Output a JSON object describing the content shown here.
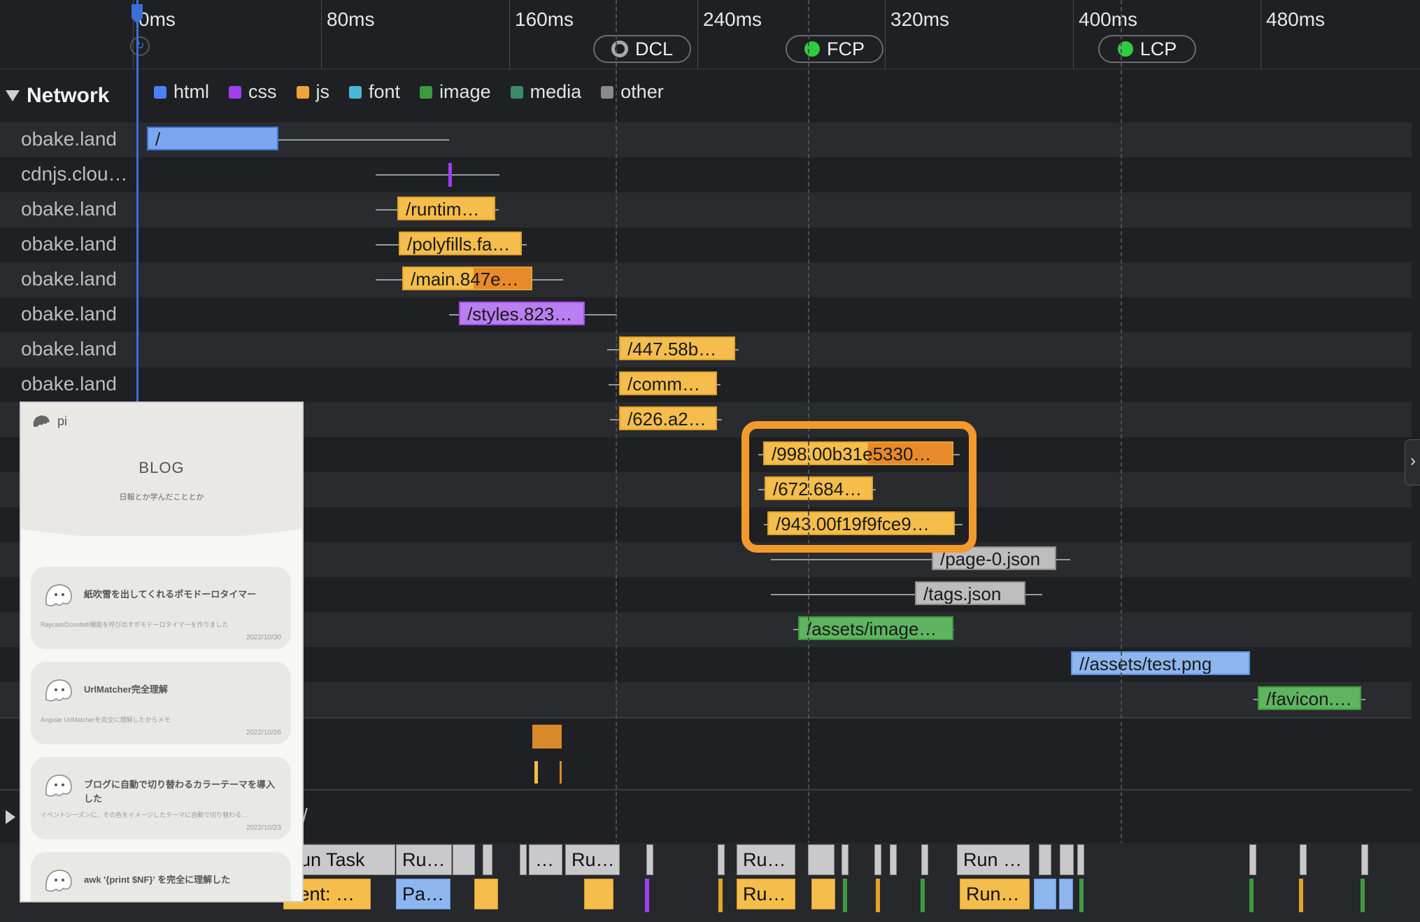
{
  "ruler": {
    "ticks": [
      "0ms",
      "80ms",
      "160ms",
      "240ms",
      "320ms",
      "400ms",
      "480ms"
    ],
    "markers": [
      {
        "label": "DCL",
        "status": "hollow"
      },
      {
        "label": "FCP",
        "status": "green"
      },
      {
        "label": "LCP",
        "status": "green"
      }
    ]
  },
  "network": {
    "title": "Network",
    "legend": [
      {
        "label": "html",
        "color": "#4c82f7"
      },
      {
        "label": "css",
        "color": "#a03ef0"
      },
      {
        "label": "js",
        "color": "#f0a33a"
      },
      {
        "label": "font",
        "color": "#48b8d8"
      },
      {
        "label": "image",
        "color": "#3e9a3e"
      },
      {
        "label": "media",
        "color": "#3a8a6a"
      },
      {
        "label": "other",
        "color": "#8a8a8a"
      }
    ],
    "rows": [
      {
        "host": "obake.land",
        "name": "/",
        "type": "html"
      },
      {
        "host": "cdnjs.clou…",
        "name": "",
        "type": "css"
      },
      {
        "host": "obake.land",
        "name": "/runtim…",
        "type": "js"
      },
      {
        "host": "obake.land",
        "name": "/polyfills.fa…",
        "type": "js"
      },
      {
        "host": "obake.land",
        "name": "/main.847e…",
        "type": "js"
      },
      {
        "host": "obake.land",
        "name": "/styles.823…",
        "type": "css"
      },
      {
        "host": "obake.land",
        "name": "/447.58b…",
        "type": "js"
      },
      {
        "host": "obake.land",
        "name": "/comm…",
        "type": "js"
      },
      {
        "host": "",
        "name": "/626.a2…",
        "type": "js"
      },
      {
        "host": "",
        "name": "/998.00b31e5330…",
        "type": "js"
      },
      {
        "host": "",
        "name": "/672.684…",
        "type": "js"
      },
      {
        "host": "",
        "name": "/943.00f19f9fce9…",
        "type": "js"
      },
      {
        "host": "",
        "name": "/page-0.json",
        "type": "other"
      },
      {
        "host": "",
        "name": "/tags.json",
        "type": "other"
      },
      {
        "host": "",
        "name": "/assets/image…",
        "type": "image"
      },
      {
        "host": "",
        "name": "//assets/test.png",
        "type": "html"
      },
      {
        "host": "",
        "name": "/favicon.…",
        "type": "image"
      }
    ]
  },
  "preview": {
    "logo": "pi",
    "blog_title": "BLOG",
    "blog_subtitle": "日報とか学んだこととか",
    "posts": [
      {
        "title": "紙吹雪を出してくれるポモドーロタイマー",
        "desc": "Raycastのconfetti機能を呼び出すポモドーロタイマーを作りました",
        "date": "2022/10/30"
      },
      {
        "title": "UrlMatcher完全理解",
        "desc": "Angular UrlMatcherを完全に理解したからメモ",
        "date": "2022/10/26"
      },
      {
        "title": "ブログに自動で切り替わるカラーテーマを導入した",
        "desc": "イベントシーズンに、その色をイメージしたテーマに自動で切り替わる…",
        "date": "2022/10/23"
      },
      {
        "title": "awk '{print $NF}' を完全に理解した",
        "desc": "",
        "date": ""
      }
    ]
  },
  "main_thread": {
    "slash": "/",
    "tasks_top": [
      "un Task",
      "Ru…",
      "…",
      "Ru…",
      "Ru…",
      "Run …"
    ],
    "tasks_bottom": [
      "vent: …",
      "Pa…",
      "Ru…",
      "Run…"
    ]
  }
}
